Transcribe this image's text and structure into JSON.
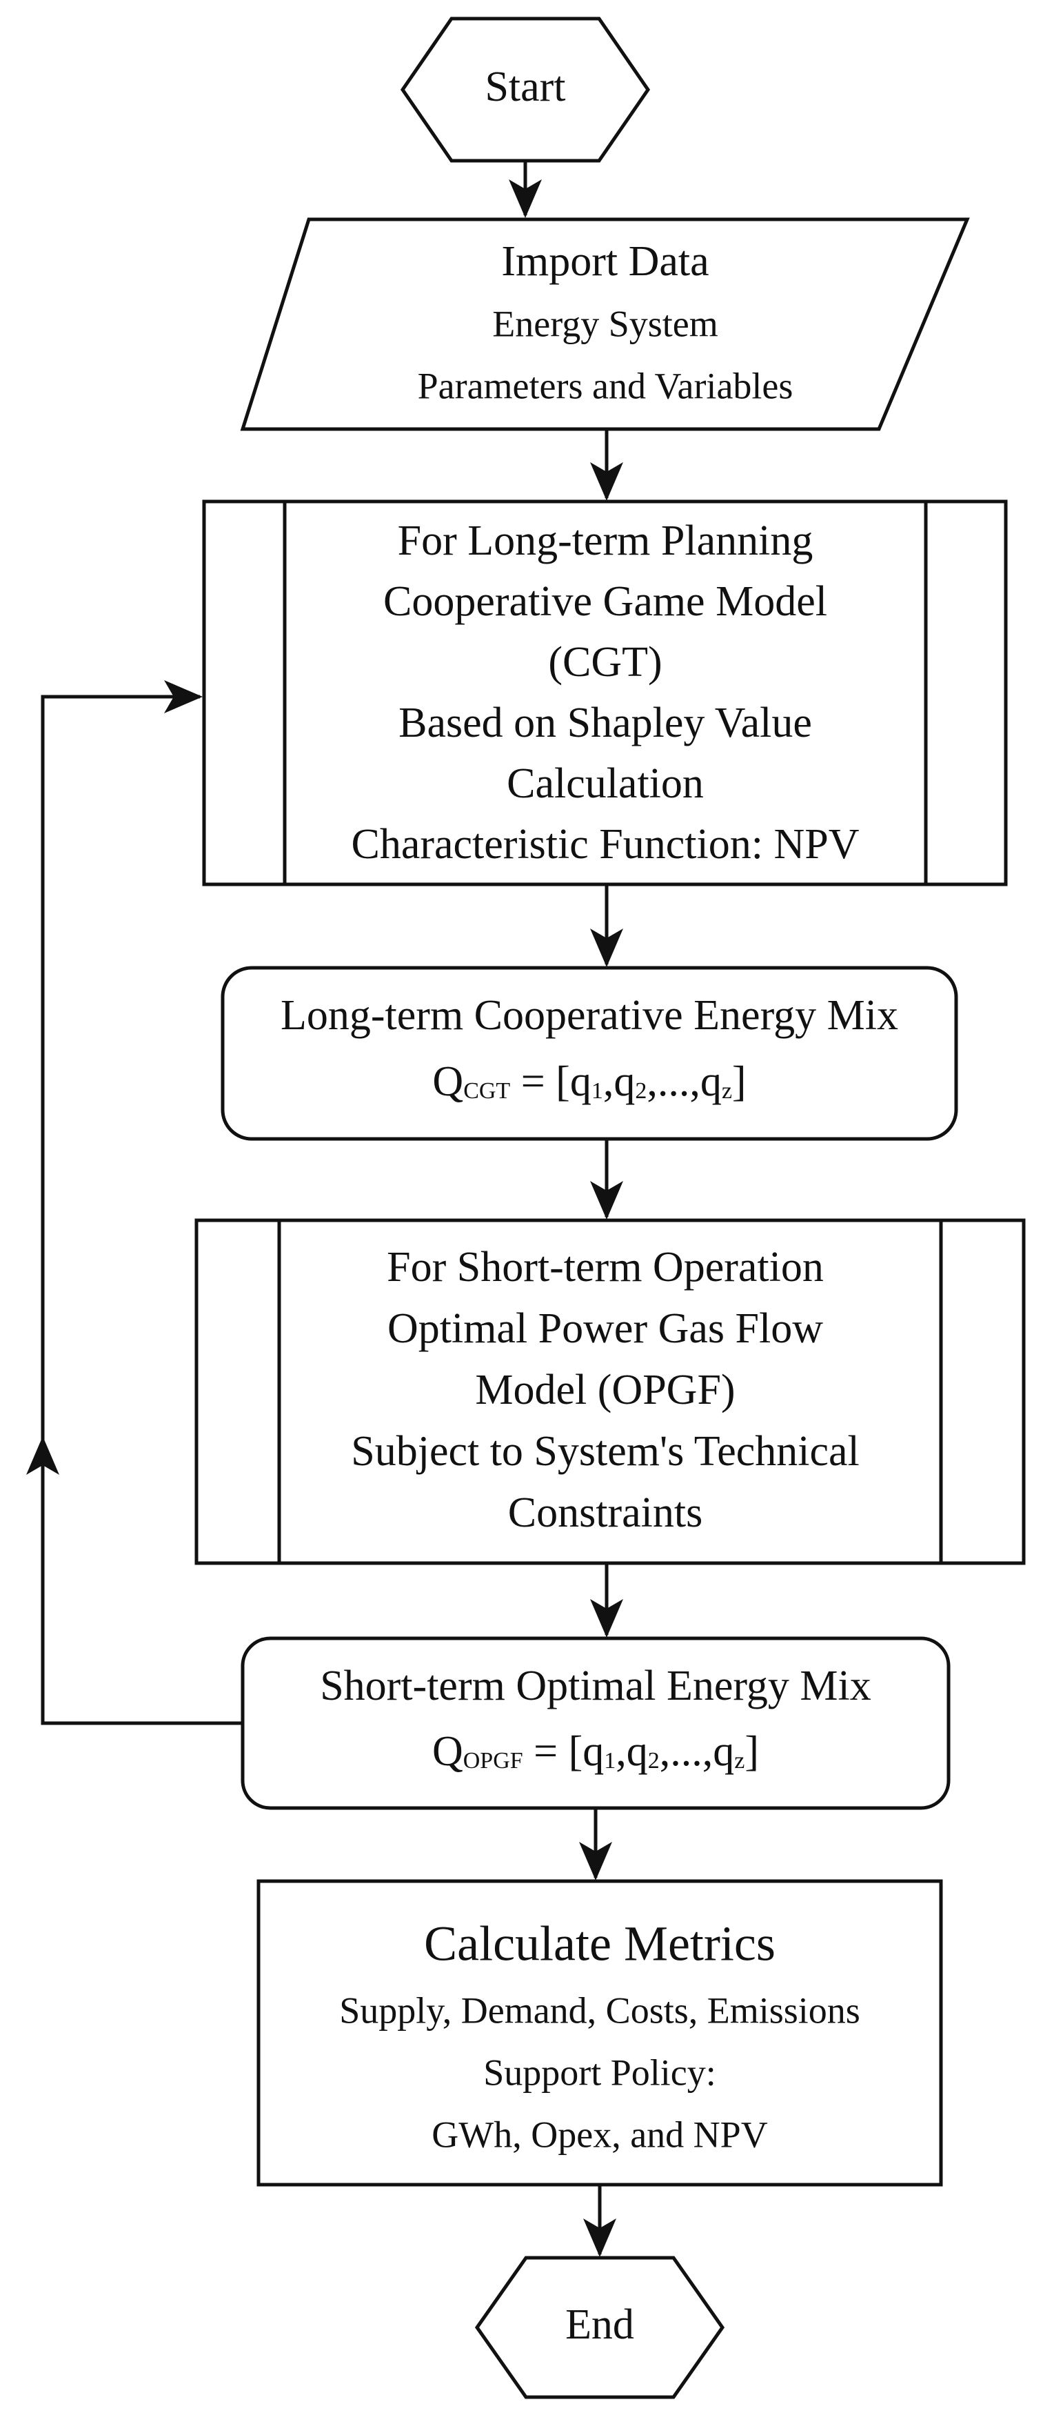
{
  "start": {
    "label": "Start"
  },
  "import": {
    "title": "Import Data",
    "line1": "Energy System",
    "line2": "Parameters and Variables"
  },
  "cgt_process": {
    "lines": [
      "For Long-term Planning",
      "Cooperative Game Model",
      "(CGT)",
      "Based on Shapley Value",
      "Calculation",
      "Characteristic Function: NPV"
    ]
  },
  "cgt_mix": {
    "title": "Long-term Cooperative Energy Mix",
    "q": "Q",
    "sub": "CGT",
    "rhs_open": " = [q",
    "s1": "1",
    "c1": ",q",
    "s2": "2",
    "c2": ",...,q",
    "sz": "z",
    "close": "]"
  },
  "opgf_process": {
    "lines": [
      "For Short-term Operation",
      "Optimal Power Gas Flow",
      "Model (OPGF)",
      "Subject to System's Technical",
      "Constraints"
    ]
  },
  "opgf_mix": {
    "title": "Short-term Optimal Energy Mix",
    "q": "Q",
    "sub": "OPGF",
    "rhs_open": " = [q",
    "s1": "1",
    "c1": ",q",
    "s2": "2",
    "c2": ",...,q",
    "sz": "z",
    "close": "]"
  },
  "metrics": {
    "title": "Calculate Metrics",
    "line1": "Supply, Demand, Costs, Emissions",
    "line2": "Support Policy:",
    "line3": "GWh, Opex, and NPV"
  },
  "end": {
    "label": "End"
  }
}
